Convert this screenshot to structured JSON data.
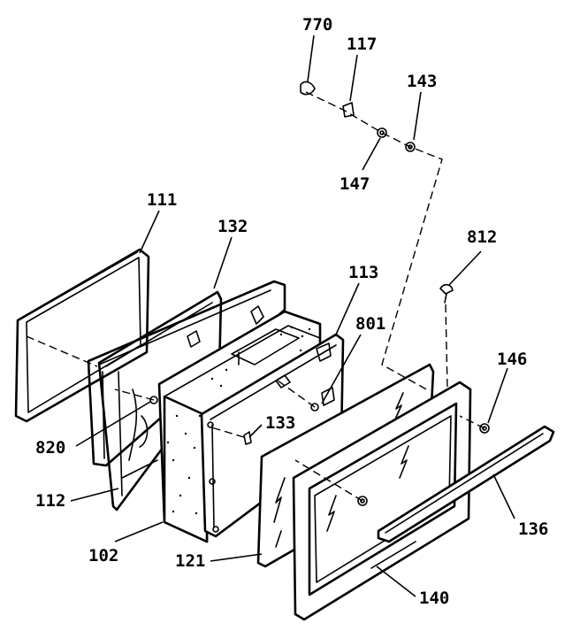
{
  "diagram": {
    "callouts": [
      {
        "id": "770",
        "label": "770"
      },
      {
        "id": "117",
        "label": "117"
      },
      {
        "id": "143",
        "label": "143"
      },
      {
        "id": "147",
        "label": "147"
      },
      {
        "id": "111",
        "label": "111"
      },
      {
        "id": "132",
        "label": "132"
      },
      {
        "id": "812",
        "label": "812"
      },
      {
        "id": "113",
        "label": "113"
      },
      {
        "id": "801",
        "label": "801"
      },
      {
        "id": "146",
        "label": "146"
      },
      {
        "id": "820",
        "label": "820"
      },
      {
        "id": "133",
        "label": "133"
      },
      {
        "id": "112",
        "label": "112"
      },
      {
        "id": "136",
        "label": "136"
      },
      {
        "id": "102",
        "label": "102"
      },
      {
        "id": "121",
        "label": "121"
      },
      {
        "id": "140",
        "label": "140"
      }
    ]
  }
}
